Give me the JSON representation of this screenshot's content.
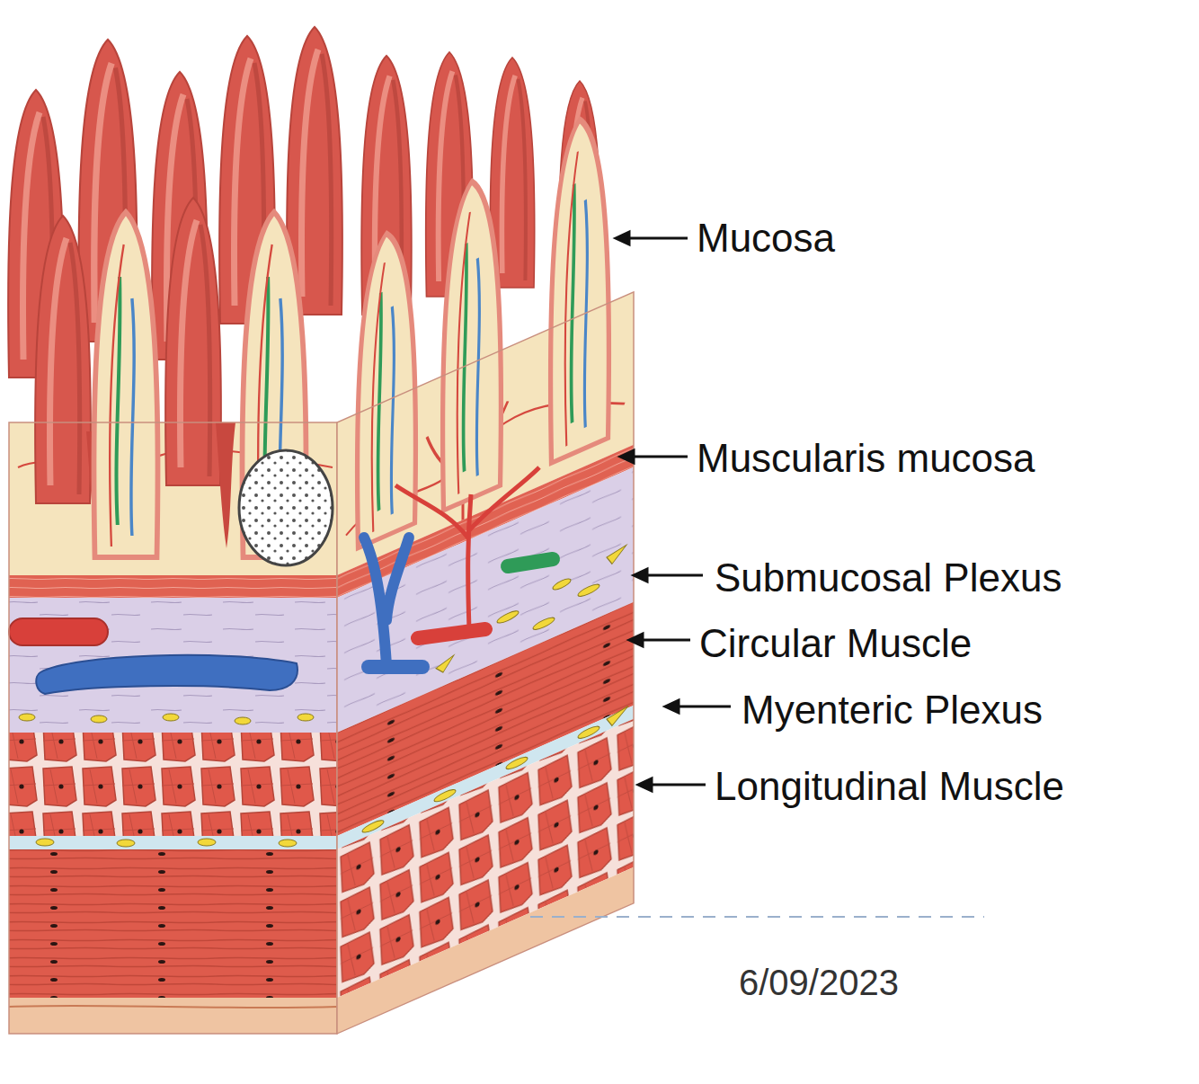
{
  "diagram": {
    "labels": [
      "Mucosa",
      "Muscularis mucosa",
      "Submucosal Plexus",
      "Circular Muscle",
      "Myenteric Plexus",
      "Longitudinal Muscle",
      "6/09/2023"
    ]
  }
}
